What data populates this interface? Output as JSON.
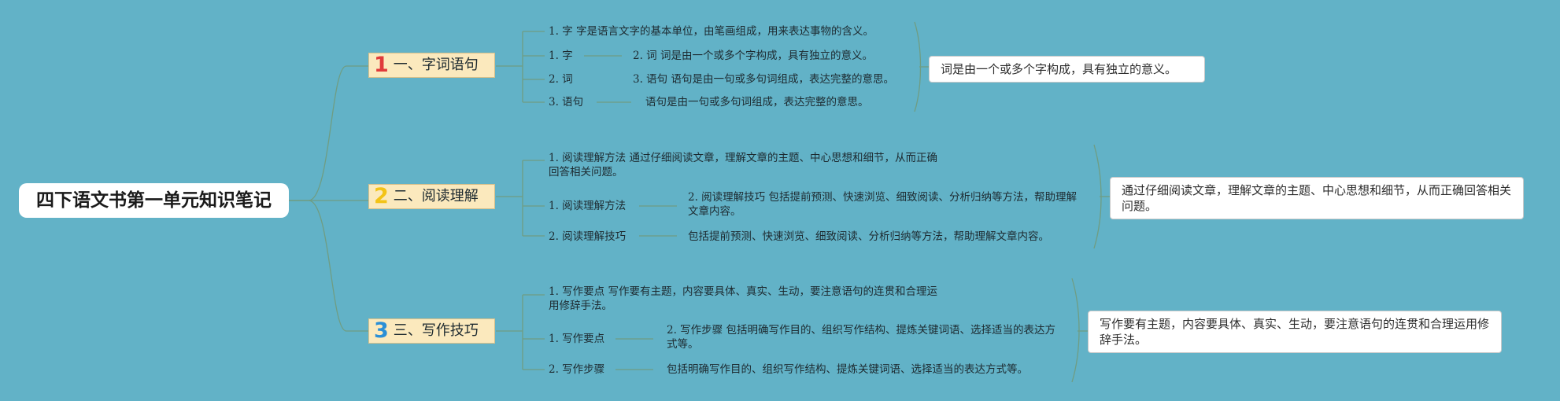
{
  "root": {
    "title": "四下语文书第一单元知识笔记"
  },
  "topics": [
    {
      "num": "1",
      "num_color": "#e03b3b",
      "label": "一、字词语句",
      "items": [
        "1. 字 字是语言文字的基本单位，由笔画组成，用来表达事物的含义。",
        "1. 字",
        "2. 词 词是由一个或多个字构成，具有独立的意义。",
        "2. 词",
        "3. 语句 语句是由一句或多句词组成，表达完整的意思。",
        "3. 语句",
        "语句是由一句或多句词组成，表达完整的意思。"
      ],
      "summary": "词是由一个或多个字构成，具有独立的意义。"
    },
    {
      "num": "2",
      "num_color": "#f3c316",
      "label": "二、阅读理解",
      "items": [
        "1. 阅读理解方法 通过仔细阅读文章，理解文章的主题、中心思想和细节，从而正确回答相关问题。",
        "1. 阅读理解方法",
        "2. 阅读理解技巧 包括提前预测、快速浏览、细致阅读、分析归纳等方法，帮助理解文章内容。",
        "2. 阅读理解技巧",
        "包括提前预测、快速浏览、细致阅读、分析归纳等方法，帮助理解文章内容。"
      ],
      "summary": "通过仔细阅读文章，理解文章的主题、中心思想和细节，从而正确回答相关问题。"
    },
    {
      "num": "3",
      "num_color": "#2b8fd6",
      "label": "三、写作技巧",
      "items": [
        "1. 写作要点 写作要有主题，内容要具体、真实、生动，要注意语句的连贯和合理运用修辞手法。",
        "1. 写作要点",
        "2. 写作步骤 包括明确写作目的、组织写作结构、提炼关键词语、选择适当的表达方式等。",
        "2. 写作步骤",
        "包括明确写作目的、组织写作结构、提炼关键词语、选择适当的表达方式等。"
      ],
      "summary": "写作要有主题，内容要具体、真实、生动，要注意语句的连贯和合理运用修辞手法。"
    }
  ]
}
